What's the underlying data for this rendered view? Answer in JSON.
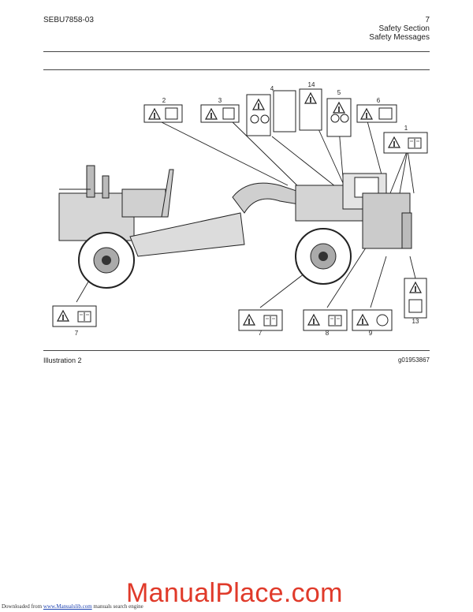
{
  "header": {
    "doc_id": "SEBU7858-03",
    "page_number": "7",
    "section": "Safety Section",
    "subsection": "Safety Messages"
  },
  "figure": {
    "callouts": [
      "1",
      "2",
      "3",
      "4",
      "5",
      "6",
      "7",
      "7",
      "8",
      "9",
      "13",
      "14"
    ],
    "caption": "Illustration 2",
    "figure_id": "g01953867"
  },
  "footer": {
    "prefix": "Downloaded from",
    "link": "www.Manualslib.com",
    "suffix": "manuals search engine"
  },
  "watermark": "ManualPlace.com"
}
